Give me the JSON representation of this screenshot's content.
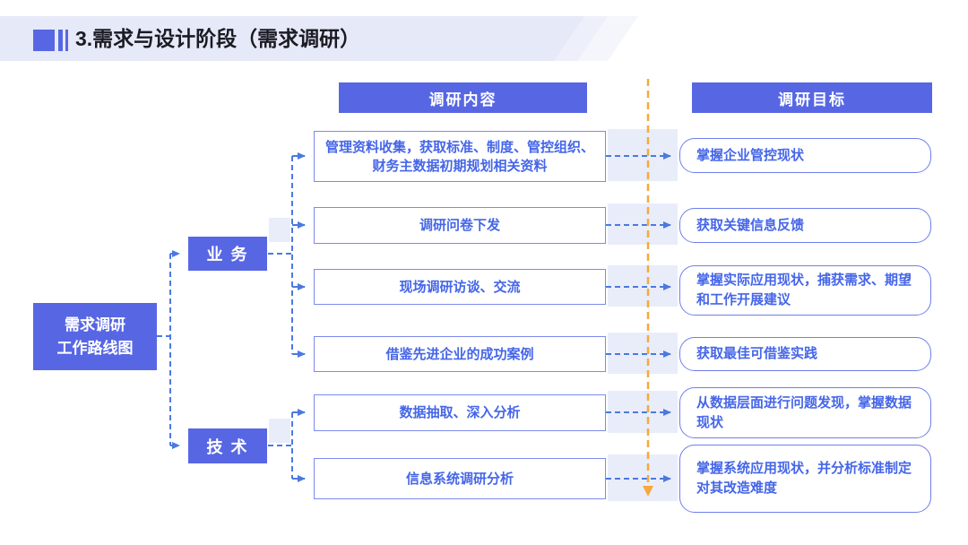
{
  "title": "3.需求与设计阶段（需求调研）",
  "column_headers": {
    "content": "调研内容",
    "target": "调研目标"
  },
  "root_node": {
    "line1": "需求调研",
    "line2": "工作路线图"
  },
  "branch_nodes": [
    {
      "label": "业 务"
    },
    {
      "label": "技 术"
    }
  ],
  "rows": [
    {
      "content": "管理资料收集，获取标准、制度、管控组织、财务主数据初期规划相关资料",
      "target": "掌握企业管控现状"
    },
    {
      "content": "调研问卷下发",
      "target": "获取关键信息反馈"
    },
    {
      "content": "现场调研访谈、交流",
      "target": "掌握实际应用现状，捕获需求、期望和工作开展建议"
    },
    {
      "content": "借鉴先进企业的成功案例",
      "target": "获取最佳可借鉴实践"
    },
    {
      "content": "数据抽取、深入分析",
      "target": "从数据层面进行问题发现，掌握数据现状"
    },
    {
      "content": "信息系统调研分析",
      "target": "掌握系统应用现状，并分析标准制定对其改造难度"
    }
  ],
  "colors": {
    "node_blue": "#5767e4",
    "box_border_blue": "#7d8aec",
    "box_text_blue": "#4566e8",
    "connector_blue": "#4b79e0",
    "timeline_orange": "#f6a93c",
    "band_lavender": "#e6e9f7",
    "strip_lavender": "#e9edfa"
  }
}
